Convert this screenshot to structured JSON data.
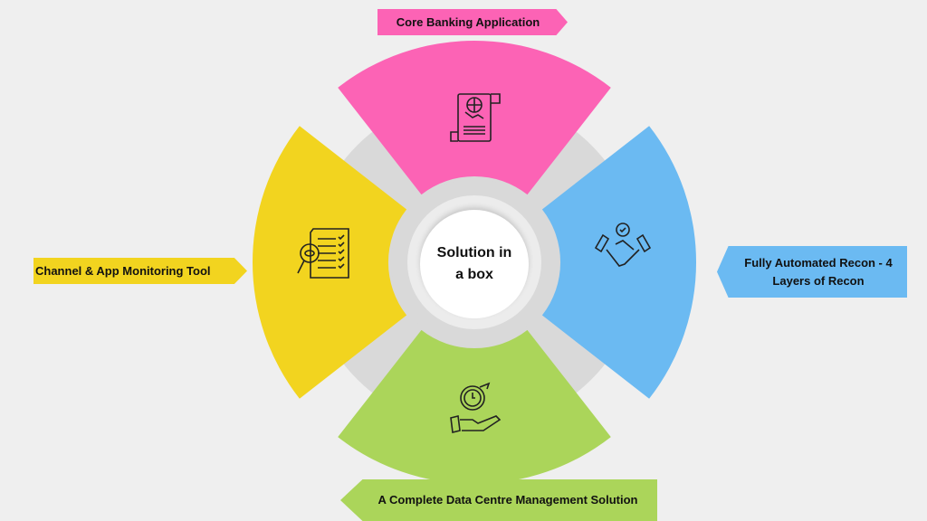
{
  "center": {
    "line1": "Solution in",
    "line2": "a box"
  },
  "segments": [
    {
      "id": "top",
      "label": "Core Banking Application",
      "color": "#fc63b5",
      "icon": "contract-handshake-globe-icon"
    },
    {
      "id": "right",
      "label": "Fully Automated Recon - 4 Layers of Recon",
      "color": "#6bbaf2",
      "icon": "handshake-check-icon"
    },
    {
      "id": "bottom",
      "label": "A Complete Data Centre Management Solution",
      "color": "#abd55a",
      "icon": "hand-clock-icon"
    },
    {
      "id": "left",
      "label": "Channel & App Monitoring Tool",
      "color": "#f2d41f",
      "icon": "checklist-magnifier-icon"
    }
  ]
}
